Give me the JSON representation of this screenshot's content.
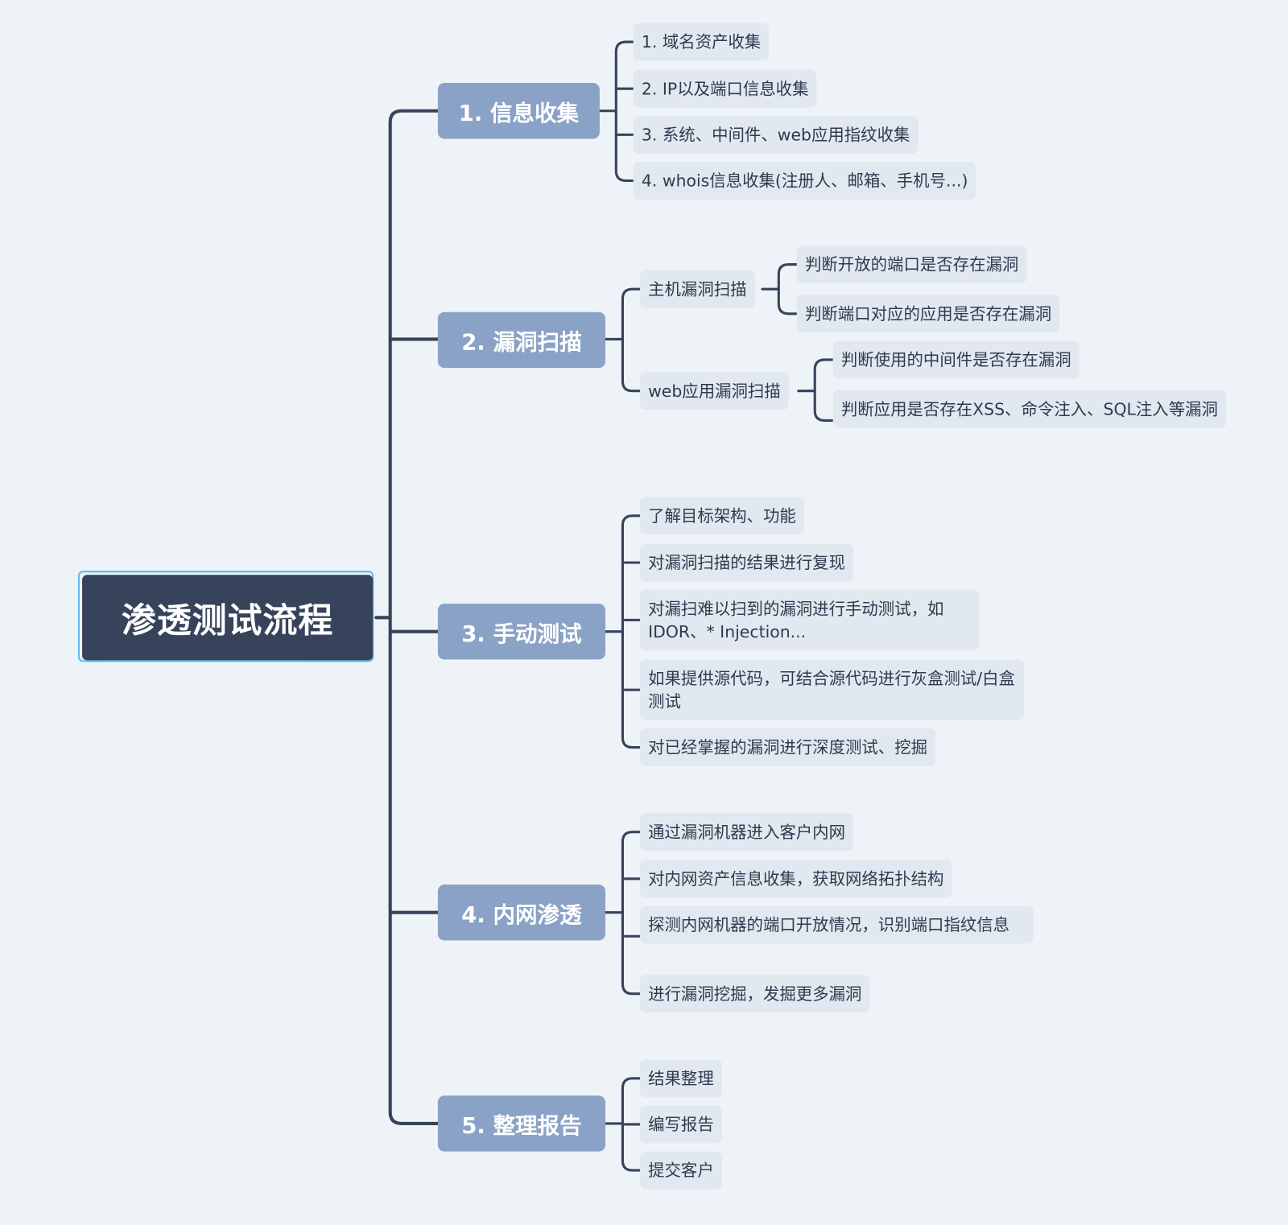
{
  "root": "渗透测试流程",
  "branches": [
    {
      "label": "1. 信息收集",
      "children": [
        "1. 域名资产收集",
        "2. IP以及端口信息收集",
        "3. 系统、中间件、web应用指纹收集",
        "4. whois信息收集(注册人、邮箱、手机号...)"
      ]
    },
    {
      "label": "2. 漏洞扫描",
      "children": [
        {
          "label": "主机漏洞扫描",
          "children": [
            "判断开放的端口是否存在漏洞",
            "判断端口对应的应用是否存在漏洞"
          ]
        },
        {
          "label": "web应用漏洞扫描",
          "children": [
            "判断使用的中间件是否存在漏洞",
            "判断应用是否存在XSS、命令注入、SQL注入等漏洞"
          ]
        }
      ]
    },
    {
      "label": "3. 手动测试",
      "children": [
        "了解目标架构、功能",
        "对漏洞扫描的结果进行复现",
        "对漏扫难以扫到的漏洞进行手动测试，如IDOR、* Injection...",
        "如果提供源代码，可结合源代码进行灰盒测试/白盒测试",
        "对已经掌握的漏洞进行深度测试、挖掘"
      ]
    },
    {
      "label": "4. 内网渗透",
      "children": [
        "通过漏洞机器进入客户内网",
        "对内网资产信息收集，获取网络拓扑结构",
        "探测内网机器的端口开放情况，识别端口指纹信息",
        "进行漏洞挖掘，发掘更多漏洞"
      ]
    },
    {
      "label": "5. 整理报告",
      "children": [
        "结果整理",
        "编写报告",
        "提交客户"
      ]
    }
  ],
  "colors": {
    "background": "#edf3f7",
    "line": "#36435a",
    "root": "#36435a",
    "root_border": "#5bbcf0",
    "branch": "#8aa2c6",
    "leaf": "#e2e8f0"
  }
}
